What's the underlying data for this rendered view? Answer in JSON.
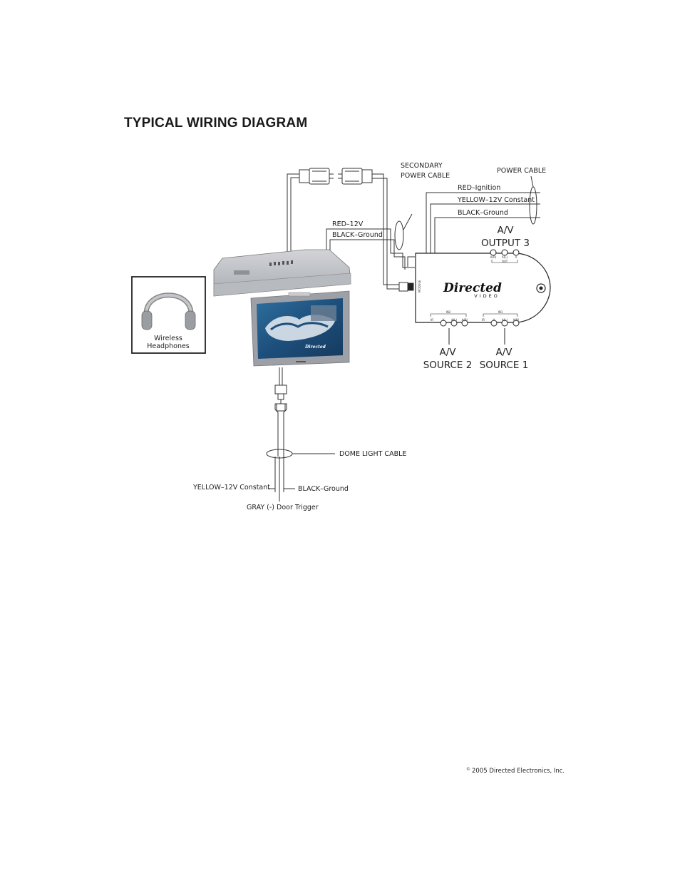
{
  "title": "TYPICAL WIRING DIAGRAM",
  "labels": {
    "secondary_power_cable_1": "SECONDARY",
    "secondary_power_cable_2": "POWER CABLE",
    "power_cable": "POWER CABLE",
    "red_ignition": "RED–Ignition",
    "yellow_12v_constant_top": "YELLOW–12V Constant",
    "black_ground_top": "BLACK–Ground",
    "red_12v": "RED–12V",
    "black_ground_mid": "BLACK–Ground",
    "av_output3_1": "A/V",
    "av_output3_2": "OUTPUT 3",
    "av_source2_1": "A/V",
    "av_source2_2": "SOURCE 2",
    "av_source1_1": "A/V",
    "av_source1_2": "SOURCE 1",
    "dome_light_cable": "DOME LIGHT CABLE",
    "yellow_12v_constant_bottom": "YELLOW–12V Constant",
    "black_ground_bottom": "BLACK–Ground",
    "gray_door_trigger": "GRAY (-) Door Trigger",
    "wireless_headphones_1": "Wireless",
    "wireless_headphones_2": "Headphones"
  },
  "module": {
    "brand": "Directed",
    "brand_sub": "VIDEO",
    "out_ports": [
      "A(R)",
      "A(L)",
      "V"
    ],
    "out_group": "OUT",
    "in2_ports": [
      "IR",
      "V",
      "A(L)",
      "A(R)"
    ],
    "in2_group": "IN2",
    "in1_ports": [
      "IR",
      "V",
      "A(L)",
      "A(R)"
    ],
    "in1_group": "IN1"
  },
  "footer": {
    "copyright_symbol": "©",
    "copyright_text": "2005 Directed Electronics, Inc."
  }
}
